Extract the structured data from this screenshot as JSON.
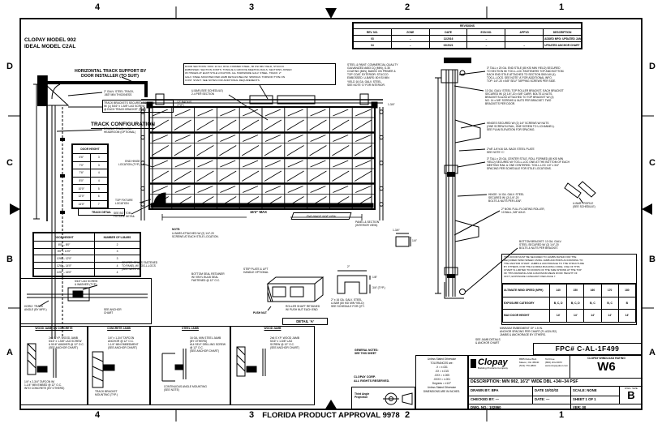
{
  "sheet": {
    "zones_top": [
      "4",
      "3",
      "2",
      "1"
    ],
    "zones_bottom": [
      "4",
      "3",
      "2",
      "1"
    ],
    "zones_left": [
      "D",
      "C",
      "B",
      "A"
    ],
    "zones_right": [
      "D",
      "C",
      "B",
      "A"
    ],
    "florida": "FLORIDA PRODUCT APPROVAL 9978"
  },
  "header": {
    "model_line1": "CLOPAY MODEL 902",
    "model_line2": "IDEAL MODEL C2AL"
  },
  "revisions": {
    "title": "REVISIONS",
    "headers": [
      "REV. NO.",
      "ZONE",
      "DATE",
      "ECN NO.",
      "APPVD",
      "DESCRIPTION"
    ],
    "rows": [
      [
        "03",
        "–",
        "11/2016",
        "–",
        "",
        "ADDED MFG; UPDATED JAMB ATTACHMENT."
      ],
      [
        "04",
        "–",
        "02/2021",
        "–",
        "–",
        "UPDATED ANCHOR CHART"
      ]
    ]
  },
  "track": {
    "support_line1": "HORIZONTAL TRACK SUPPORT BY",
    "support_line2": "DOOR INSTALLER (TO SUIT)",
    "title": "TRACK CONFIGURATION",
    "note_a": [
      "2″ GALV. STEEL TRACK,",
      ".083″ MIN THICKNESS"
    ],
    "note_b": [
      "TRACK BRACKETS SECURED TO JAMB",
      "W/ (1) 5/16″ x 1-5/8″ LAG SCREW",
      "@ EACH TRACK BRACKET (TYP.)"
    ],
    "radius": [
      "12″ RADIUS",
      "(TYP.)"
    ],
    "lowhead": [
      "DOUBLE TRACK LOW",
      "HEADROOM (OPTIONAL)"
    ],
    "detail_box_label": "TRACK DETAIL"
  },
  "door_height_table": {
    "title": "DOOR HEIGHT",
    "rows": [
      [
        "6′6″",
        "3"
      ],
      [
        "7′0″",
        "3"
      ],
      [
        "7′6″",
        "4"
      ],
      [
        "8′0″",
        "4"
      ],
      [
        "10′0″",
        "5"
      ],
      [
        "12′0″",
        "6"
      ],
      [
        "14′0″",
        "7"
      ]
    ]
  },
  "ubar_table": {
    "headers": [
      "DOOR HEIGHT",
      "NUMBER OF U-BARS"
    ],
    "rows": [
      [
        "6′0″ – 8′0″",
        "2"
      ],
      [
        "8′6″ – 10′0″",
        "3"
      ],
      [
        "10′6″ – 12′0″",
        "3"
      ],
      [
        "12′6″ – 14′0″",
        "4"
      ],
      [
        "14′6″ – 16′0″",
        "4"
      ]
    ]
  },
  "elevation": {
    "ubar_label": [
      "U-BAR (SEE SCHEDULE)",
      "2-4 PER SECTION"
    ],
    "endhinge": [
      "END HINGE",
      "LOCATION (TYP.)"
    ],
    "topfix": [
      "TOP FIXTURE",
      "LOCATION"
    ],
    "botfix": [
      "SEE BOTTOM",
      "FIXTURE DETAIL"
    ],
    "note_title": "NOTE:",
    "note_lines": [
      "U-BARS ATTACHED W/ (2) 1/4″-20",
      "SCREWS AT EACH STILE LOCATION."
    ],
    "side_tag": "END HINGE SIDE VIEW",
    "panel_tag": [
      "PANEL & SECTION",
      "(INTERIOR VIEW)"
    ],
    "dim_134": "1-3/4″",
    "width_dim": "16′2″ MAX"
  },
  "notes": {
    "spec_box": [
      "DOOR SECTIONS: NOM. 24 GA. ROLL FORMED STEEL, 80 KSI MIN YIELD, STUCCO",
      "EMBOSSED. SECTION JOINTS: TONGUE & GROOVE MEETING RAILS. SECTIONS JOINED",
      "W/ HINGES AT EACH STILE LOCATION. ALL HARDWARE GALV. STEEL. TRACK: 2″",
      "GALV. STEEL MOUNTED PER JAMB DETAILS BELOW. SPRINGS: TORSION TYPE ON",
      "CONT. SHAFT. SEE NOTES FOR ADDITIONAL REQUIREMENTS."
    ],
    "material": [
      "STEEL & PAINT: COMMERCIAL QUALITY",
      "GALVANIZED A653 CQ (MIN), G-40",
      "COATING (MIN), BAKED ON PRIMER &",
      "TOP COAT. EXTERIOR: STUCCO",
      "EMBOSSED. U-BARS: 80 KSI MIN",
      "YIELD 16 GA. GALV. STEEL.",
      "SEE NOTE ‘D’ FOR INTERIOR."
    ],
    "g1": [
      "3″ TALL x 20 GA. END STILE (80 KSI MIN YIELD) SECURED",
      "TO SECTION W/ TOG-L-LOC FASTENERS TOP AND BOTTOM.",
      "EACH END STILE ATTACHED TO SECTION SKIN W/ (4)",
      "TOG-L-LOCS. SEE NOTE ‘A’ FOR ADDITIONAL INFO.",
      "TOP: 1/4″-20 x 5/8″ SELF TAPPING SCREWS PER SIDE."
    ],
    "g2": [
      "13 GA. GALV. STEEL TOP ROLLER BRACKET, EACH BRACKET",
      "SECURED W/ (2) 1/4″-20 x 5/8″ CARR. BOLTS & NUTS.",
      "BRACKETS ALSO ATTACHED TO TOP BRACKET W/ (2)",
      "NO. 14 x 5/8″ SCREWS & NUTS PER BRACKET. TWO",
      "BRACKETS PER DOOR."
    ],
    "g3": [
      "HINGES SECURED W/ (2) 1/4″ SCREWS W/ NUTS",
      "(ONE SCREW IN RAIL, ONE SCREW TO U-CHANNEL).",
      "SEE PLAN ELEVATION FOR SPACING."
    ],
    "g4": [
      "2″x8″-1/4″x16 GA. BACK STEEL PLATE",
      "SEE NOTE ‘C’."
    ],
    "g5": [
      "3″ TALL x 20 GA. CENTER STILE, ROLL FORMED (80 KSI MIN",
      "YIELD) SECURED W/ TOG-L-LOC ONE AT THE BOTTOM OF EACH",
      "MEETING RAIL & ONE CENTERED. TOG-L-LOC 1/4″ x 3/4″",
      "SPACING PER SCHEDULE FOR STILE LOCATIONS."
    ],
    "g6": [
      "HINGE: 14 GA. GALV. STEEL",
      "SECURED W/ (2) 1/4″-20",
      "BOLTS & NUTS PER LEAF."
    ],
    "g7": [
      "2″ NOM. FULL FLOATING ROLLER,",
      "10 BALL, 5/8″ AXLE."
    ],
    "g8": [
      "BOTTOM BRACKET: 13 GA. GALV.",
      "STEEL SECURED W/ (2) 1/4″-20",
      "BOLTS & NUTS PER BRACKET."
    ],
    "wing": [
      "U-BAR PROFILE",
      "(SEE SCHEDULE)"
    ],
    "c1": [
      "CENTER STILES FASTENED",
      "TO PANEL W/ TOG-L-LOCS",
      "(SEE NOTE ‘A’)"
    ],
    "c2": [
      "BOTTOM SEAL RETAINER",
      "W/ VINYL BULB SEAL",
      "FASTENED @ 12″ O.C."
    ],
    "c3": [
      "STEP PLATE & LIFT",
      "HANDLE OPTIONAL"
    ],
    "pushnut": "PUSH NUT",
    "pushnut_lines": [
      "ROLLER SHAFT RETAINED",
      "W/ PUSH NUT EACH END"
    ],
    "detail_a": "DETAIL ‘A’",
    "strut_dims": [
      "2″",
      "1/8″",
      "3/4″ (TYP.)"
    ],
    "strut_lines": [
      "2″ x 16 GA. GALV. STEEL",
      "U-BAR (80 KSI MIN YIELD)",
      "SEE SCHEDULE FOR QTY."
    ],
    "sm_dim1": "1-3/4″",
    "sm_dim2": "1/4″",
    "d5a": [
      "5/16″ LAG SCREW",
      "& WASHER (TYP.)"
    ],
    "d5b": [
      "HORIZ. TRACK",
      "ANGLE (BY MFR.)"
    ],
    "d5c": [
      "SEE ANCHOR",
      "CHART"
    ],
    "above_tb": [
      "SEE JAMB DETAILS",
      "& ANCHOR CHART"
    ],
    "misc_tb": [
      "GENERAL NOTES:",
      "SEE THIS SHEET"
    ]
  },
  "anchor_chart": {
    "note": [
      "THIS DOOR MUST BE SECURED TO JAMBS RATED FOR THE",
      "REQUIRED WIND SPEED USING JAMB ANCHORS ACCORDING TO",
      "THE ANCHOR CHART. JAMBS & ANCHORAGE TO THE STRUCTURE",
      "BY OTHERS. FOR THE FLORIDA BUILDING CODE, USE OF THIS",
      "CHART IS LIMITED TO DOORS OF THE SIZE SHOWN AT THE TOP",
      "OF THIS DRAWING AND A MAXIMUM MEAN ROOF HEIGHT OF",
      "30 FT, EXPOSURE CATEGORY PER ASCE 7."
    ],
    "row_labels": [
      "ULTIMATE WIND SPEED (MPH)",
      "EXPOSURE CATEGORY",
      "MAX DOOR HEIGHT"
    ],
    "values": [
      [
        "140",
        "150",
        "160",
        "170",
        "180"
      ],
      [
        "B, C, D",
        "B, C, D",
        "B, C",
        "B, C",
        "B"
      ],
      [
        "14′",
        "14′",
        "14′",
        "14′",
        "14′"
      ]
    ],
    "footnotes": [
      "MINIMUM EMBEDMENT OF 1.5 IN.",
      "ANCHOR SPACING PER CHART (FL #324-R2)",
      "JAMBS & ANCHORAGE BY OTHERS."
    ]
  },
  "jamb_details": {
    "p1_title": "WOOD JAMB ON CONCRETE",
    "p1_lines": [
      "2x6 S.Y.P. WOOD JAMB",
      "5/16″ x 1-5/8″ LAG SCREW",
      "& 5/16″ WASHER @ 12″ O.C.",
      "(SEE ANCHOR CHART)"
    ],
    "p1_foot": [
      "1/4″ x 2-3/4″ TAPCON W/",
      "1-1/4″ MIN EMBED @ 12″ O.C.",
      "INTO CONCRETE (BY OTHERS)"
    ],
    "p2_title": "CONCRETE JAMB",
    "p2_lines": [
      "1/4″ x 1-3/4″ TAPCON",
      "ANCHOR @ 12″ O.C.",
      "1-1/4″ MIN EMBEDMENT",
      "(SEE ANCHOR CHART)"
    ],
    "p2_foot": [
      "TRACK BRACKET",
      "MOUNTING (TYP.)"
    ],
    "p3_title": "STEEL JAMB",
    "p3_lines": [
      "16 GA. MIN STEEL JAMB",
      "(BY OTHERS)",
      "#14 SELF DRILLING SCREW",
      "@ 12″ O.C.",
      "(SEE ANCHOR CHART)"
    ],
    "p3_foot": [
      "CONTINUOUS ANGLE MOUNTING",
      "(SEE NOTE)"
    ],
    "p4_title": "WOOD JAMB",
    "p4_lines": [
      "2x6 S.Y.P. WOOD JAMB",
      "5/16″ x 1-5/8″ LAG",
      "SCREW @ 12″ O.C.",
      "(SEE ANCHOR CHART)"
    ]
  },
  "title_block": {
    "fpc": "FPC# C-AL-1F499",
    "wl_label": "CLOPAY WINDLOAD RATING",
    "wl": "W6",
    "logo": "Clopay",
    "tagline": "Building Products Company",
    "addr1": [
      "8585 Duke Blvd.",
      "Mason, OH 45040",
      "(513) 770-4800"
    ],
    "addr2": [
      "Toll Free",
      "(800) 2CLOPAY",
      "www.clopaydoor.com"
    ],
    "desc": "DESCRIPTION: M/N 902, 16′2″ WIDE DBL +34/−34 PSF",
    "drawn": "DRAWN BY: BPA",
    "date1": "DATE 10/02/02",
    "scale": "SCALE: NONE",
    "size_label": "DWG. SIZE",
    "size": "B",
    "checked": "CHECKED BY: —",
    "date2": "DATE: —",
    "sheet": "SHEET 1 OF 1",
    "dwgno": "DWG. NO.: 102860",
    "ver": "VER: 00",
    "copyright": [
      "CLOPAY CORP.",
      "ALL RIGHTS RESERVED."
    ],
    "third": [
      "Third Angle",
      "Projection"
    ],
    "tolerances": [
      "Unless Stated Otherwise",
      "TOLERANCES are:",
      ".X = ±.031",
      ".XX = ±.015",
      ".XXX = ±.005",
      ".XXXX = ±.001",
      "Degrees = ±1/2°",
      "Unless Stated Otherwise",
      "DIMENSIONS ARE IN INCHES."
    ]
  }
}
